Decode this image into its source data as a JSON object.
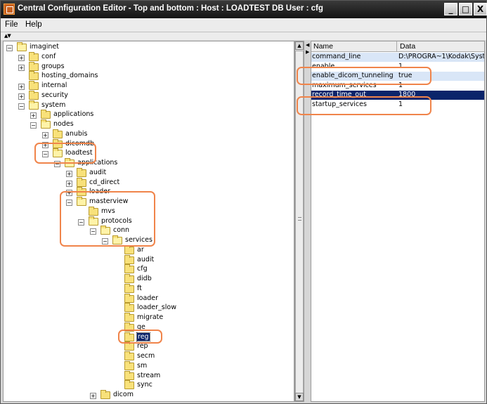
{
  "window": {
    "title": "Central Configuration Editor - Top and bottom : Host : LOADTEST DB User : cfg",
    "min_label": "_",
    "max_label": "□",
    "close_label": "X"
  },
  "menubar": {
    "file": "File",
    "help": "Help"
  },
  "split_arrows": "▲▼",
  "tree": [
    {
      "label": "imaginet",
      "toggle": "−"
    },
    {
      "label": "conf",
      "toggle": "+"
    },
    {
      "label": "groups",
      "toggle": "+"
    },
    {
      "label": "hosting_domains",
      "toggle": ""
    },
    {
      "label": "internal",
      "toggle": "+"
    },
    {
      "label": "security",
      "toggle": "+"
    },
    {
      "label": "system",
      "toggle": "−"
    },
    {
      "label": "applications",
      "toggle": "+"
    },
    {
      "label": "nodes",
      "toggle": "−"
    },
    {
      "label": "anubis",
      "toggle": "+"
    },
    {
      "label": "dicomdb",
      "toggle": "+"
    },
    {
      "label": "loadtest",
      "toggle": "−"
    },
    {
      "label": "applications",
      "toggle": "−"
    },
    {
      "label": "audit",
      "toggle": "+"
    },
    {
      "label": "cd_direct",
      "toggle": "+"
    },
    {
      "label": "loader",
      "toggle": "+"
    },
    {
      "label": "masterview",
      "toggle": "−"
    },
    {
      "label": "mvs",
      "toggle": ""
    },
    {
      "label": "protocols",
      "toggle": "−"
    },
    {
      "label": "conn",
      "toggle": "−"
    },
    {
      "label": "services",
      "toggle": "−"
    },
    {
      "label": "ar",
      "toggle": ""
    },
    {
      "label": "audit",
      "toggle": ""
    },
    {
      "label": "cfg",
      "toggle": ""
    },
    {
      "label": "didb",
      "toggle": ""
    },
    {
      "label": "ft",
      "toggle": ""
    },
    {
      "label": "loader",
      "toggle": ""
    },
    {
      "label": "loader_slow",
      "toggle": ""
    },
    {
      "label": "migrate",
      "toggle": ""
    },
    {
      "label": "qe",
      "toggle": ""
    },
    {
      "label": "reg",
      "toggle": ""
    },
    {
      "label": "rep",
      "toggle": ""
    },
    {
      "label": "secm",
      "toggle": ""
    },
    {
      "label": "sm",
      "toggle": ""
    },
    {
      "label": "stream",
      "toggle": ""
    },
    {
      "label": "sync",
      "toggle": ""
    },
    {
      "label": "dicom",
      "toggle": "+"
    }
  ],
  "table": {
    "headers": {
      "name": "Name",
      "data": "Data"
    },
    "rows": [
      {
        "name": "command_line",
        "data": "D:\\PROGRA~1\\Kodak\\Syst..."
      },
      {
        "name": "enable",
        "data": "1"
      },
      {
        "name": "enable_dicom_tunneling",
        "data": "true"
      },
      {
        "name": "maximum_services",
        "data": "1"
      },
      {
        "name": "record_time_out",
        "data": "1800"
      },
      {
        "name": "startup_services",
        "data": "1"
      }
    ]
  },
  "scroll_arrows": {
    "up": "▲",
    "down": "▼",
    "left": "◀",
    "right": "▶"
  },
  "colors": {
    "titlebar": "#1e1e1e",
    "selection": "#0a246a",
    "row_alt": "#d9e6f7",
    "annotation": "#f0844a",
    "folder": "#f8e17a"
  }
}
